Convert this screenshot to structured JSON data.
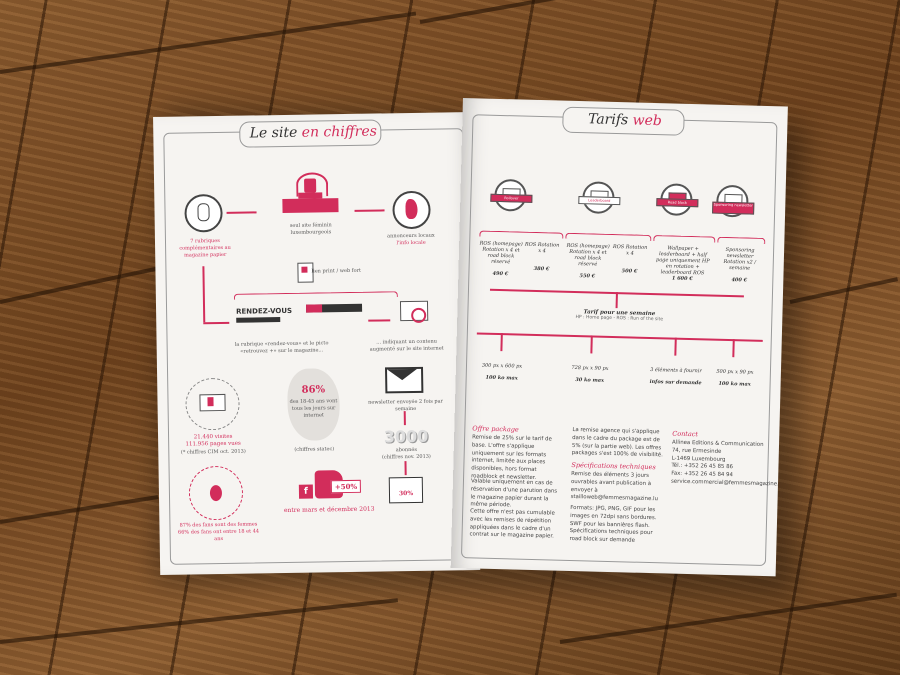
{
  "left_page": {
    "title_a": "Le site",
    "title_b": "en chiffres",
    "rubriques": "7 rubriques complémentaires au magazine papier",
    "seul_site": "seul site féminin luxembourgeois",
    "annonceurs": "annonceurs locaux",
    "annonceurs_hl": "l'info locale",
    "lien": "lien print / web fort",
    "rendez_vous": "RENDEZ-VOUS",
    "rubrique_desc": "la rubrique «rendez-vous» et le picto «retrouvez +» sur le magazine...",
    "indiquant": "... indiquant un contenu augmenté sur le site internet",
    "visites": "21.440 visites",
    "pages_vues": "111.956 pages vues",
    "chiffres_cim": "(* chiffres CIM oct. 2013)",
    "pct_86": "86%",
    "pct_86_desc": "des 18-45 ans vont tous les jours sur internet",
    "chiffres_statec": "(chiffres statec)",
    "newsletter": "newsletter envoyée 2 fois par semaine",
    "abonnes_num": "3000",
    "abonnes": "abonnés",
    "abonnes_date": "(chiffres nov. 2013)",
    "pct_30": "30%",
    "femmes": "87% des fans sont des femmes",
    "femmes_age": "66% des fans ont entre 18 et 44 ans",
    "fb_pct": "+50%",
    "periode": "entre mars et décembre 2013"
  },
  "right_page": {
    "title_a": "Tarifs",
    "title_b": "web",
    "formats": [
      "Rollover",
      "Leaderboard",
      "Road block",
      "Sponsoring newsletter"
    ],
    "pricing": [
      {
        "desc": "ROS (homepage) Rotation x 4 et road block réservé",
        "price": "490 €"
      },
      {
        "desc": "ROS Rotation x 4",
        "price": "380 €"
      },
      {
        "desc": "ROS (homepage) Rotation x 4 et road block réservé",
        "price": "550 €"
      },
      {
        "desc": "ROS Rotation x 4",
        "price": "500 €"
      },
      {
        "desc": "Wallpaper + leaderboard + half page uniquement HP en rotation + leaderboard ROS",
        "price": "1 600 €"
      },
      {
        "desc": "Sponsoring newsletter Rotation x2 / semaine",
        "price": "400 €"
      }
    ],
    "tarif_semaine": "Tarif pour une semaine",
    "tarif_note": "HP : Home page - ROS : Run of the site",
    "bottom_prices": [
      {
        "top": "300 px x 600 px",
        "val": "100 ko max"
      },
      {
        "top": "728 px x 90 px",
        "val": "30 ko max"
      },
      {
        "top": "3 éléments à fournir",
        "val": "infos sur demande"
      },
      {
        "top": "500 px x 90 px",
        "val": "100 ko max"
      }
    ],
    "offre_title": "Offre package",
    "offre_body": "Remise de 25% sur le tarif de base. L'offre s'applique uniquement sur les formats internet, limitée aux places disponibles, hors format roadblock et newsletter.",
    "offre_body2": "Valable uniquement en cas de réservation d'une parution dans le magazine papier durant la même période.",
    "offre_body3": "Cette offre n'est pas cumulable avec les remises de répétition appliquées dans le cadre d'un contrat sur le magazine papier.",
    "remise": "La remise agence qui s'applique dans le cadre du package est de 5% (sur la partie web). Les offres packages s'est 100% de visibilité.",
    "spec_title": "Spécifications techniques",
    "spec_body": "Remise des éléments 3 jours ouvrables avant publication à envoyer à stailloweb@femmesmagazine.lu",
    "formats_body": "Formats: JPG, PNG, GIF pour les images en 72dpi sans bordures. SWF pour les bannières flash. Spécifications techniques pour road block sur demande",
    "contact_title": "Contact",
    "contact": [
      "Allinea Editions & Communication",
      "74, rue Ermesinde",
      "L-1469 Luxembourg",
      "Tél.: +352 26 45 85 86",
      "Fax: +352 26 45 84 94",
      "service.commercial@femmesmagazine.lu"
    ]
  }
}
